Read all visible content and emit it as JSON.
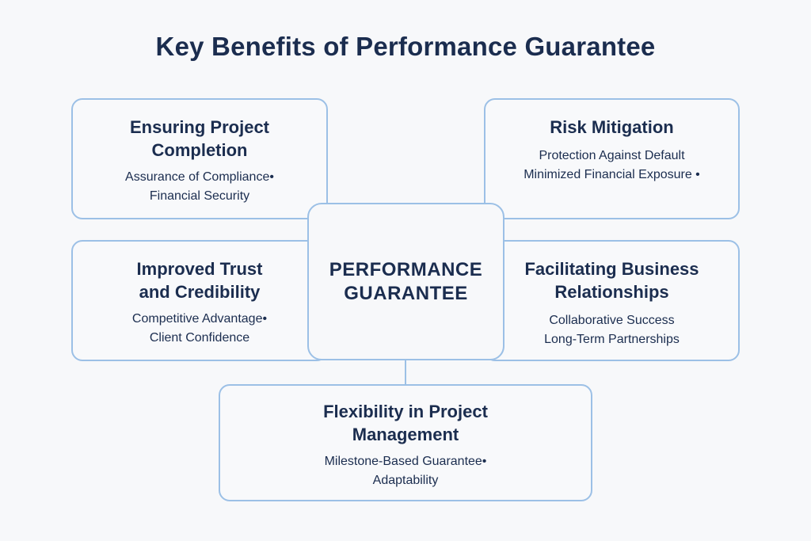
{
  "title": "Key Benefits of Performance Guarantee",
  "center": {
    "line1": "PERFORMANCE",
    "line2": "GUARANTEE"
  },
  "benefits": [
    {
      "heading1": "Ensuring Project",
      "heading2": "Completion",
      "item1": "Assurance of Compliance•",
      "item2": "Financial Security"
    },
    {
      "heading1": "Risk Mitigation",
      "heading2": "",
      "item1": "Protection Against Default",
      "item2": "Minimized Financial Exposure •"
    },
    {
      "heading1": "Improved Trust",
      "heading2": "and Credibility",
      "item1": "Competitive Advantage•",
      "item2": "Client Confidence"
    },
    {
      "heading1": "Facilitating Business",
      "heading2": "Relationships",
      "item1": "Collaborative Success",
      "item2": "Long-Term Partnerships"
    },
    {
      "heading1": "Flexibility in Project",
      "heading2": "Management",
      "item1": "Milestone-Based Guarantee•",
      "item2": "Adaptability"
    }
  ],
  "colors": {
    "text": "#1b2d4f",
    "border": "#9cc0e6",
    "background": "#f7f8fa"
  }
}
